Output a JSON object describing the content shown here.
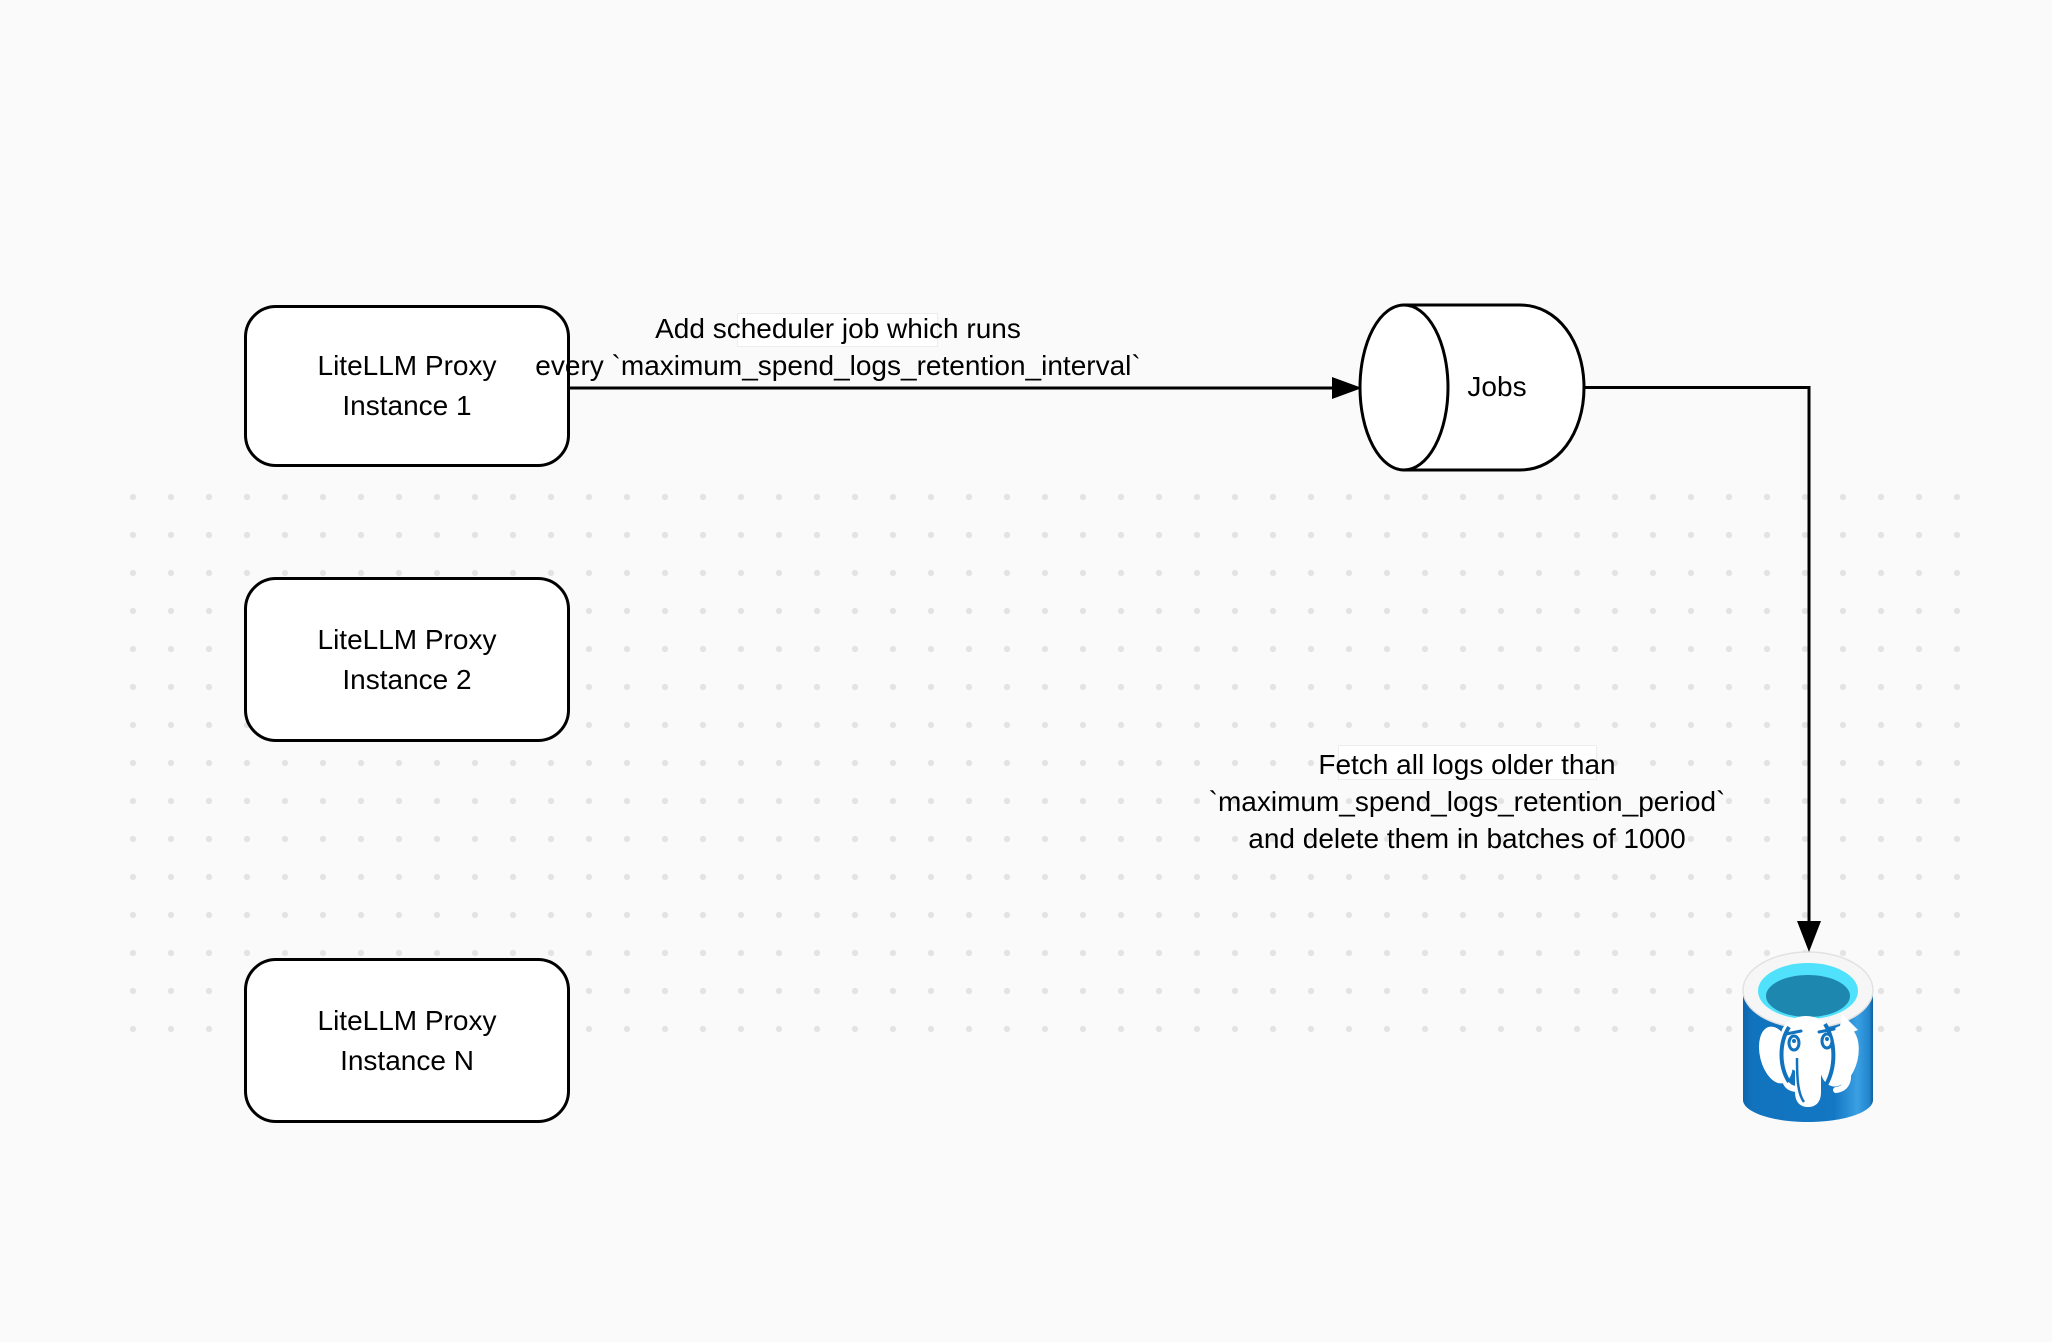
{
  "canvas": {
    "background_color": "#FAFAFA",
    "dot_grid_color": "#E3E3E3",
    "shape_fill": "#FFFFFF",
    "shape_stroke": "#000000"
  },
  "nodes": [
    {
      "id": "litellm-proxy-instance-1",
      "shape": "rounded-rectangle",
      "lines": [
        "LiteLLM Proxy",
        "Instance 1"
      ]
    },
    {
      "id": "litellm-proxy-instance-2",
      "shape": "rounded-rectangle",
      "lines": [
        "LiteLLM Proxy",
        "Instance 2"
      ]
    },
    {
      "id": "litellm-proxy-instance-n",
      "shape": "rounded-rectangle",
      "lines": [
        "LiteLLM Proxy",
        "Instance N"
      ]
    },
    {
      "id": "jobs-queue",
      "shape": "horizontal-cylinder",
      "label": "Jobs"
    },
    {
      "id": "postgres-database",
      "shape": "postgresql-database-icon",
      "colors": {
        "body_blue": "#1173BD",
        "rim": "#F6F6F6",
        "opening_cyan": "#50E2FC",
        "opening_teal": "#1E87AF",
        "elephant": "#FFFFFF"
      }
    }
  ],
  "edges": [
    {
      "id": "schedule-edge",
      "from": "litellm-proxy-instance-1",
      "to": "jobs-queue",
      "label_lines": [
        "Add scheduler job which runs",
        "every `maximum_spend_logs_retention_interval`"
      ]
    },
    {
      "id": "delete-edge",
      "from": "jobs-queue",
      "to": "postgres-database",
      "label_lines": [
        "Fetch all logs older than",
        "`maximum_spend_logs_retention_period`",
        "and delete them in batches of 1000"
      ]
    }
  ]
}
